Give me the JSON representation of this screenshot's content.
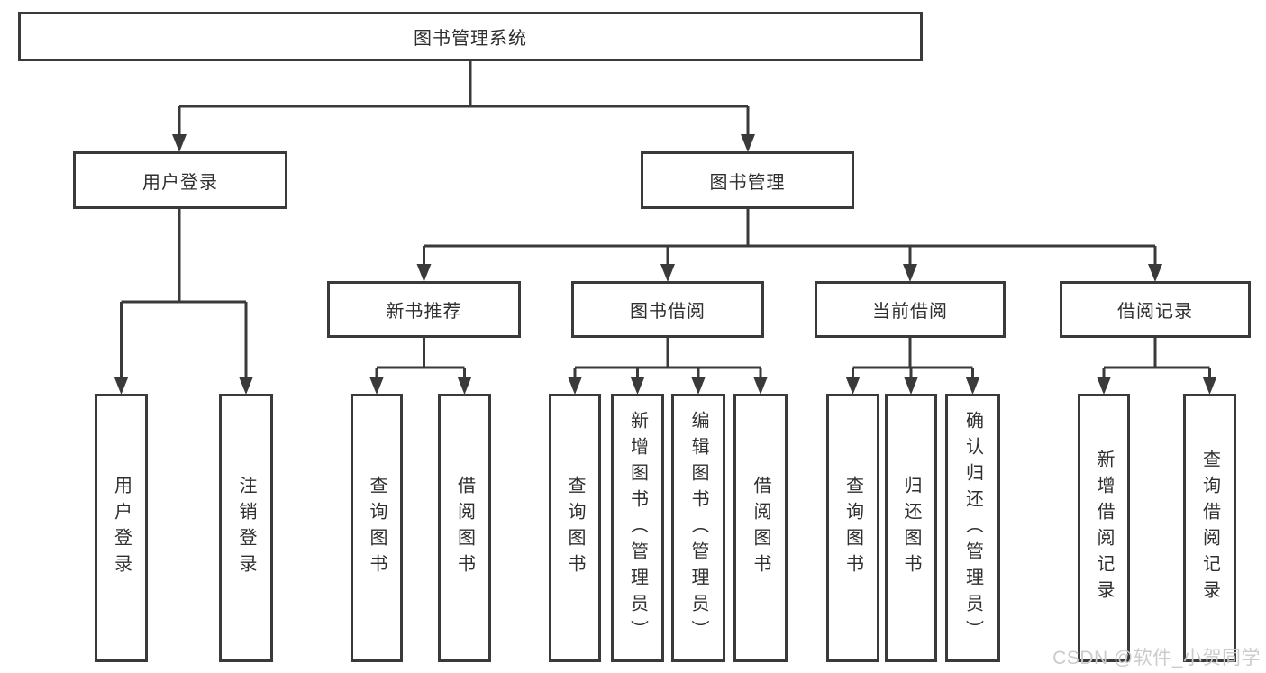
{
  "diagram_type": "hierarchy-flowchart",
  "colors": {
    "line": "#3a3a3a",
    "text": "#2f2f2f",
    "watermark": "#cbcbcb",
    "background": "#ffffff"
  },
  "nodes": {
    "root": {
      "label": "图书管理系统"
    },
    "user_login": {
      "label": "用户登录"
    },
    "book_management": {
      "label": "图书管理"
    },
    "new_book_recommend": {
      "label": "新书推荐"
    },
    "book_borrow": {
      "label": "图书借阅"
    },
    "current_borrow": {
      "label": "当前借阅"
    },
    "borrow_records": {
      "label": "借阅记录"
    }
  },
  "leaves": {
    "user_login": [
      "用户登录",
      "注销登录"
    ],
    "new_book_recommend": [
      "查询图书",
      "借阅图书"
    ],
    "book_borrow": [
      "查询图书",
      "新增图书（管理员）",
      "编辑图书（管理员）",
      "借阅图书"
    ],
    "current_borrow": [
      "查询图书",
      "归还图书",
      "确认归还（管理员）"
    ],
    "borrow_records": [
      "新增借阅记录",
      "查询借阅记录"
    ]
  },
  "watermark": "CSDN @软件_小贺同学"
}
